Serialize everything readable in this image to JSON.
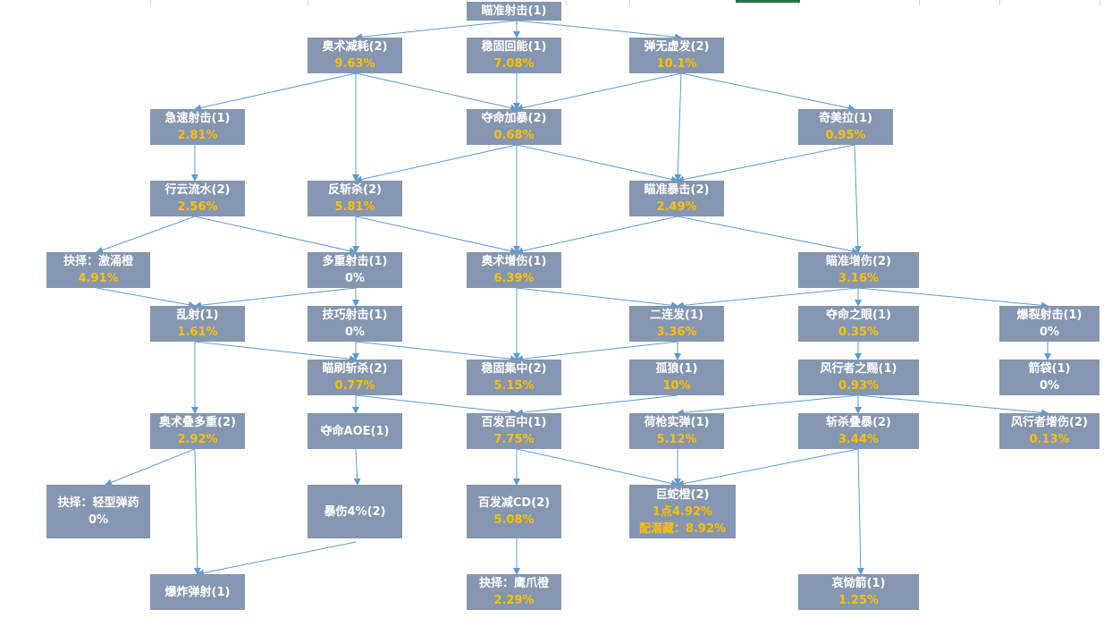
{
  "colors": {
    "node_fill": "#8496b0",
    "label_text": "#ffffff",
    "value_text": "#ffc000",
    "edge": "#5b9bd5"
  },
  "nodes": {
    "n_mzsj": {
      "label": "瞄准射击(1)",
      "value": ""
    },
    "n_asjh": {
      "label": "奥术减耗(2)",
      "value": "9.63%"
    },
    "n_wghn": {
      "label": "稳固回能(1)",
      "value": "7.08%"
    },
    "n_dwxf": {
      "label": "弹无虚发(2)",
      "value": "10.1%"
    },
    "n_jssj": {
      "label": "急速射击(1)",
      "value": "2.81%"
    },
    "n_dmjb": {
      "label": "夺命加暴(2)",
      "value": "0.68%"
    },
    "n_qml": {
      "label": "奇美拉(1)",
      "value": "0.95%"
    },
    "n_xyls": {
      "label": "行云流水(2)",
      "value": "2.56%"
    },
    "n_fzs": {
      "label": "反斩杀(2)",
      "value": "5.81%"
    },
    "n_mzbj": {
      "label": "瞄准暴击(2)",
      "value": "2.49%"
    },
    "n_jzjy": {
      "label": "抉择：激涌橙",
      "value": "4.91%"
    },
    "n_dcsj": {
      "label": "多重射击(1)",
      "value": "0%"
    },
    "n_aszs": {
      "label": "奥术增伤(1)",
      "value": "6.39%"
    },
    "n_mzzs": {
      "label": "瞄准增伤(2)",
      "value": "3.16%"
    },
    "n_ls": {
      "label": "乱射(1)",
      "value": "1.61%"
    },
    "n_jqsj": {
      "label": "技巧射击(1)",
      "value": "0%"
    },
    "n_elf": {
      "label": "二连发(1)",
      "value": "3.36%"
    },
    "n_dmzy": {
      "label": "夺命之眼(1)",
      "value": "0.35%"
    },
    "n_blsj": {
      "label": "爆裂射击(1)",
      "value": "0%"
    },
    "n_msnzs": {
      "label": "瞄刷斩杀(2)",
      "value": "0.77%"
    },
    "n_wgjz": {
      "label": "稳固集中(2)",
      "value": "5.15%"
    },
    "n_gl": {
      "label": "孤狼(1)",
      "value": "10%"
    },
    "n_fxzc": {
      "label": "风行者之赐(1)",
      "value": "0.93%"
    },
    "n_jd": {
      "label": "箭袋(1)",
      "value": "0%"
    },
    "n_asdc": {
      "label": "奥术叠多重(2)",
      "value": "2.92%"
    },
    "n_dmaoe": {
      "label": "夺命AOE(1)",
      "value": ""
    },
    "n_bfbz": {
      "label": "百发百中(1)",
      "value": "7.75%"
    },
    "n_hqsd": {
      "label": "荷枪实弹(1)",
      "value": "5.12%"
    },
    "n_zsdb": {
      "label": "斩杀叠暴(2)",
      "value": "3.44%"
    },
    "n_fxzzs": {
      "label": "风行者增伤(2)",
      "value": "0.13%"
    },
    "n_jzqx": {
      "label": "抉择：轻型弹药",
      "value": "0%"
    },
    "n_bs4": {
      "label": "暴伤4%(2)",
      "value": ""
    },
    "n_bfjcd": {
      "label": "百发减CD(2)",
      "value": "5.08%"
    },
    "n_jsc": {
      "label": "巨蛇橙(2)",
      "value": "1点4.92%",
      "value2": "配潜藏：8.92%"
    },
    "n_bzdt": {
      "label": "爆炸弹射(1)",
      "value": ""
    },
    "n_jzyz": {
      "label": "抉择：鹰爪橙",
      "value": "2.29%"
    },
    "n_adj": {
      "label": "哀恸箭(1)",
      "value": "1.25%"
    }
  }
}
